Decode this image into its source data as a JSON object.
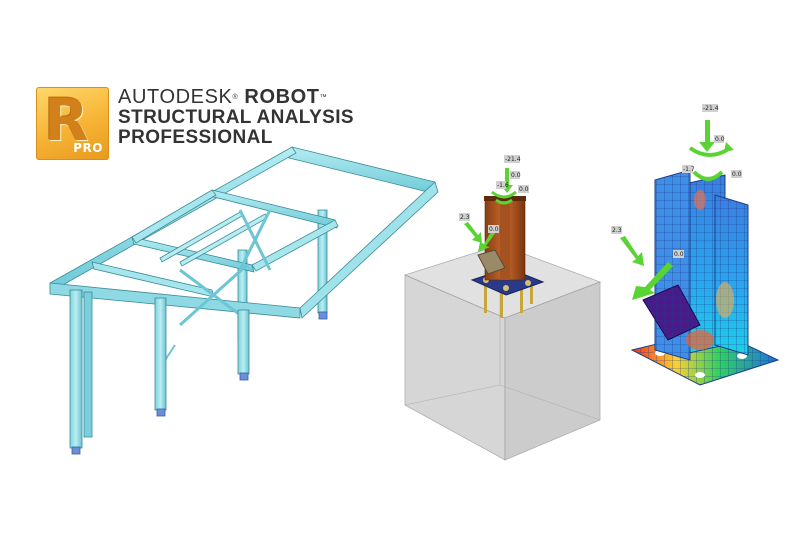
{
  "logo": {
    "letter": "R",
    "badge": "PRO",
    "colors": {
      "main": "#f6b335",
      "letter": "#d1801a"
    }
  },
  "title": {
    "brand": "AUTODESK",
    "brand_mark": "®",
    "product": "ROBOT",
    "product_mark": "™",
    "line2": "STRUCTURAL ANALYSIS",
    "line3": "PROFESSIONAL"
  },
  "model_left": {
    "description_color": "#8fdbe4",
    "support_color": "#6b8fd6"
  },
  "model_middle": {
    "labels": [
      "-21.4",
      "0.0",
      "-1.6",
      "0.0",
      "2.3",
      "0.0"
    ]
  },
  "model_right": {
    "labels": [
      "-21.4",
      "0.0",
      "-1.7",
      "0.0",
      "2.3",
      "0.0"
    ]
  }
}
